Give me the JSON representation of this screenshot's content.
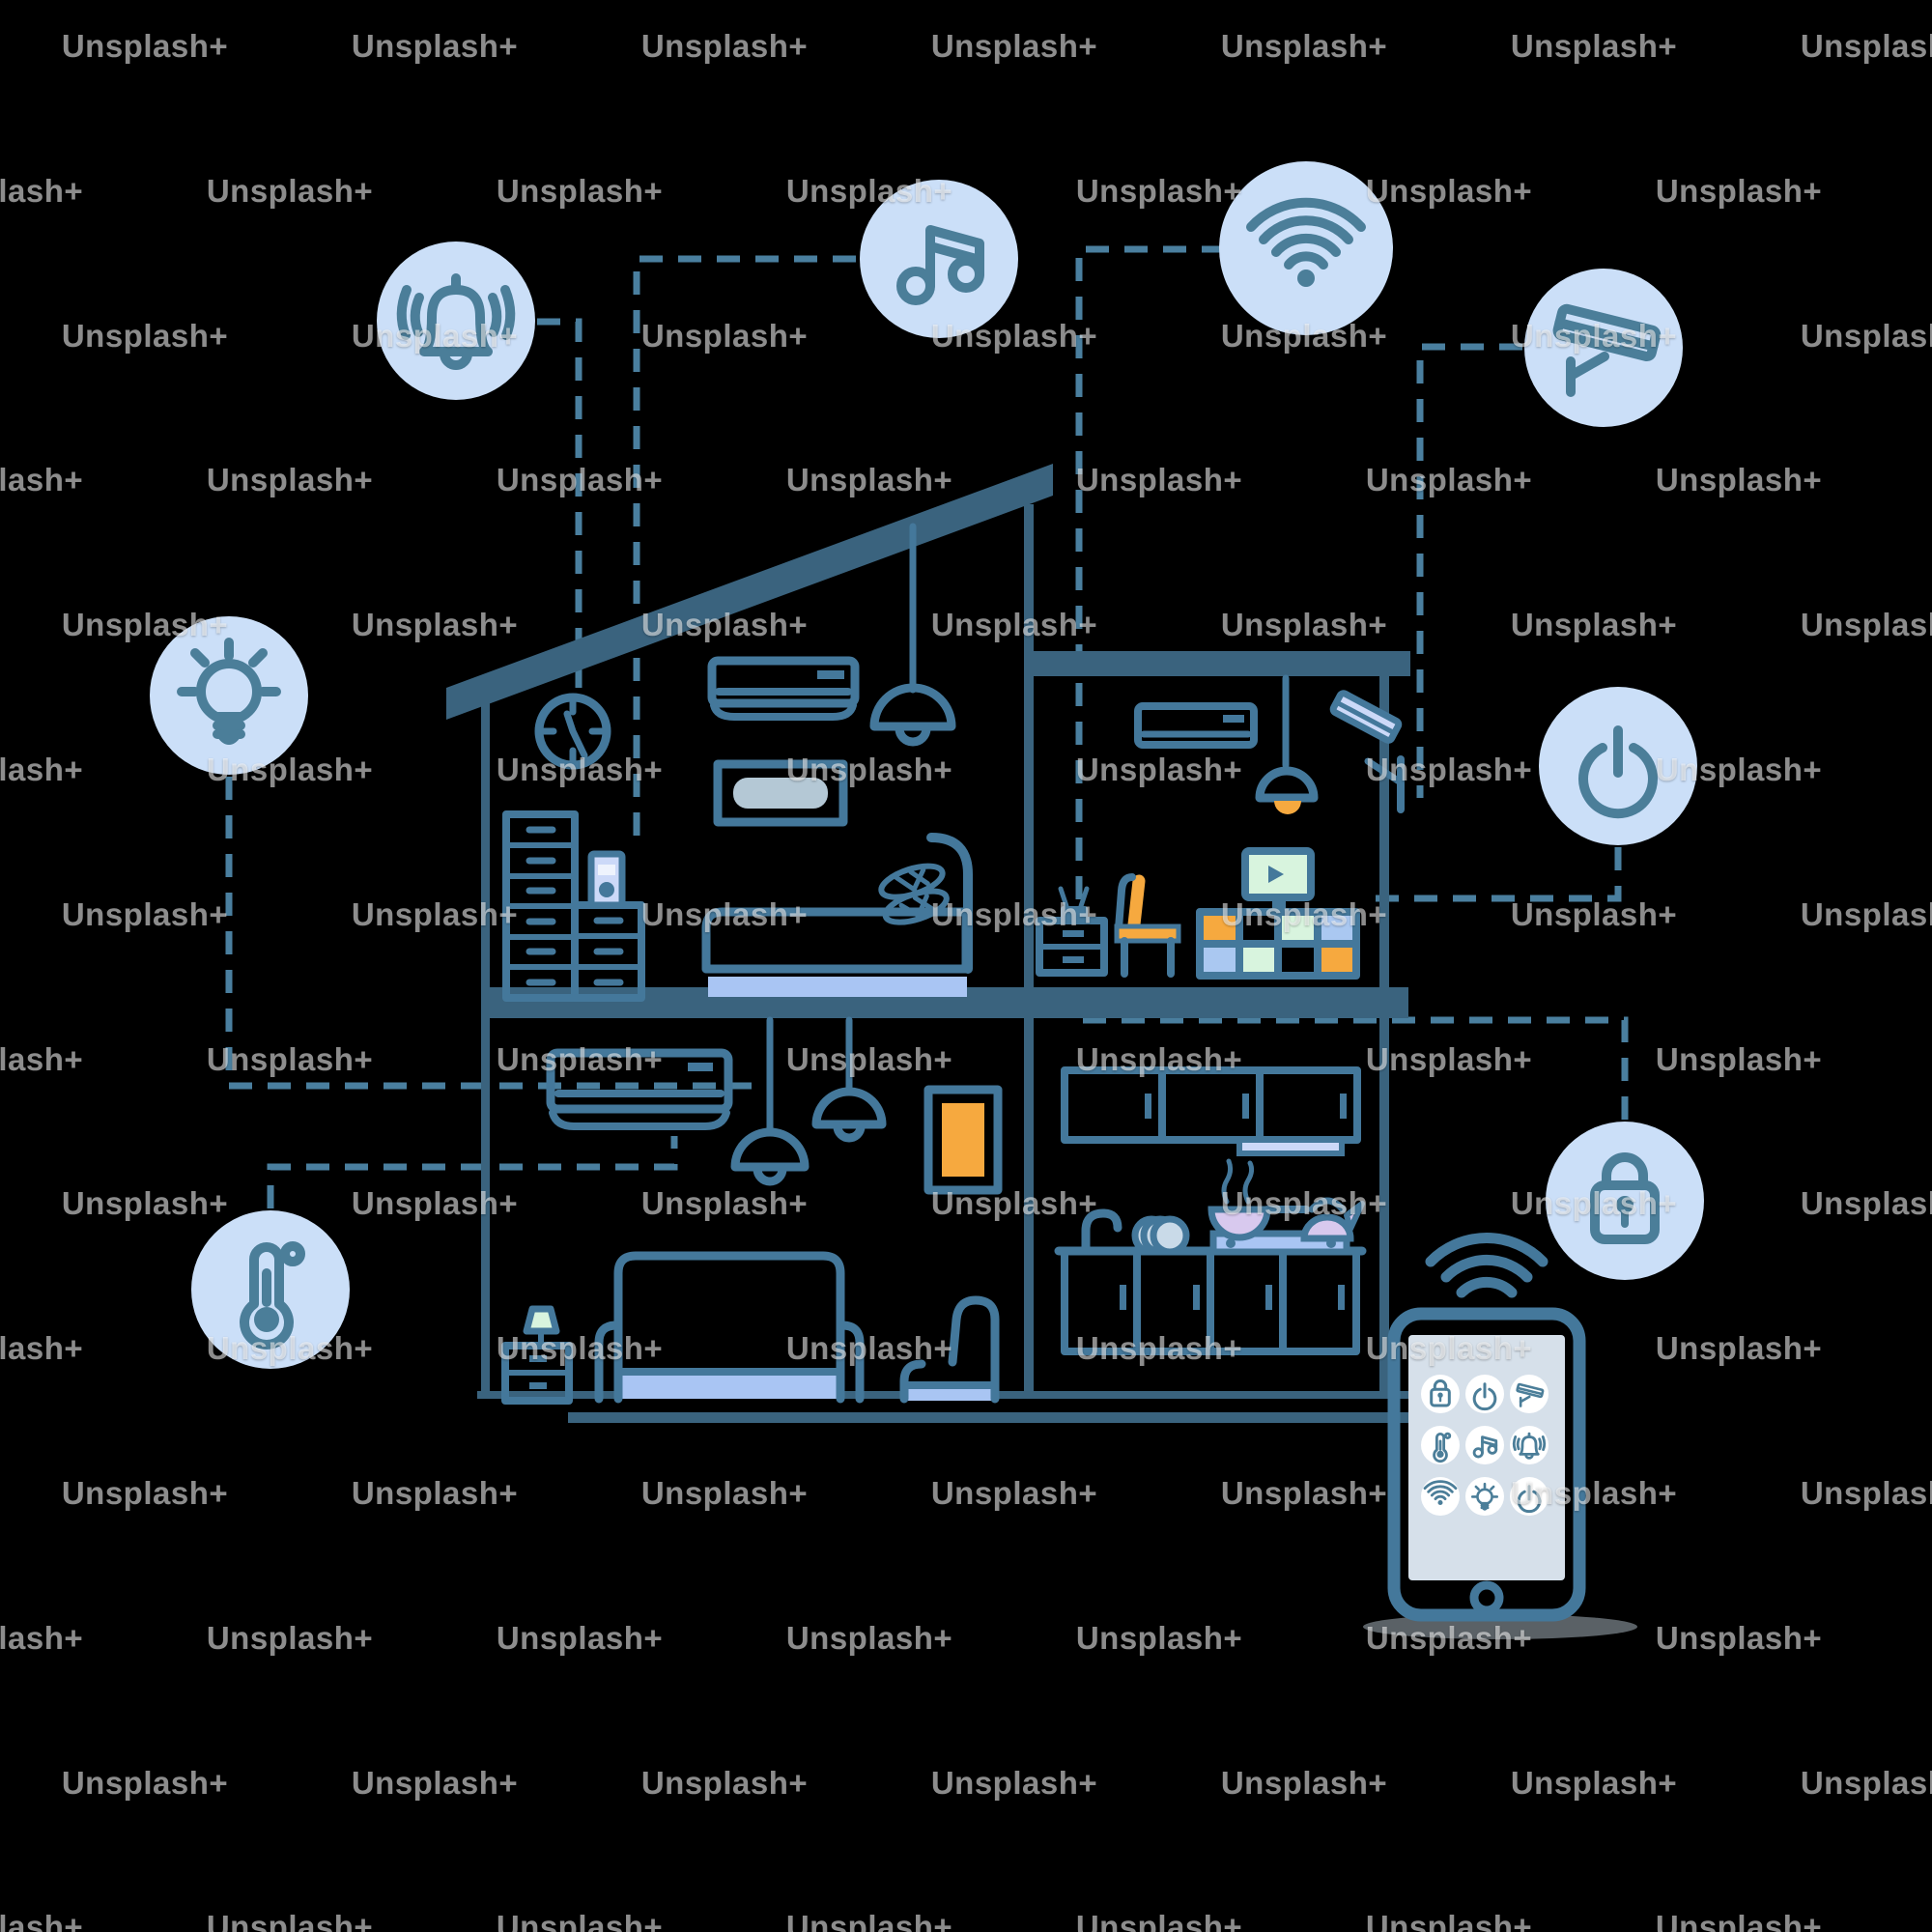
{
  "watermark": {
    "text": "Unsplash+"
  },
  "illustration": {
    "title": "smart home automation concept",
    "hub_icons": [
      "alarm-bell",
      "music",
      "wifi",
      "security-camera",
      "light-bulb",
      "power",
      "thermometer",
      "lock"
    ],
    "rooms": [
      "bedroom",
      "media-room",
      "living-room",
      "kitchen"
    ],
    "connections": [
      {
        "icon": "alarm-bell",
        "device": "wall-clock"
      },
      {
        "icon": "music",
        "device": "speaker"
      },
      {
        "icon": "wifi",
        "device": "router"
      },
      {
        "icon": "security-camera",
        "device": "cctv-camera"
      },
      {
        "icon": "light-bulb",
        "device": "pendant-lamps"
      },
      {
        "icon": "power",
        "device": "tv-shelf"
      },
      {
        "icon": "thermometer",
        "device": "air-conditioner"
      },
      {
        "icon": "lock",
        "device": "house-entry"
      }
    ]
  },
  "phone": {
    "app_icons": [
      [
        "lock",
        "power",
        "security-camera"
      ],
      [
        "thermometer",
        "music",
        "alarm-bell"
      ],
      [
        "wifi",
        "light-bulb",
        "power"
      ]
    ]
  },
  "colors": {
    "background": "#000000",
    "bubble": "#cbdff8",
    "glyph": "#4b7e99",
    "structure": "#3a637e",
    "outline": "#44789b",
    "dash": "#4a7f9f",
    "periwinkle": "#a9c5f3",
    "periwinkle_light": "#ccd9f8",
    "orange": "#f6a93f",
    "green": "#d8f4de",
    "blue_cube": "#aac8f1",
    "lavender": "#d8c9ee",
    "plate": "#c9dae8",
    "gray_art": "#b4c8d5",
    "screen": "#d6e0ea",
    "shadow": "#b3c1cc",
    "white": "#ffffff"
  }
}
